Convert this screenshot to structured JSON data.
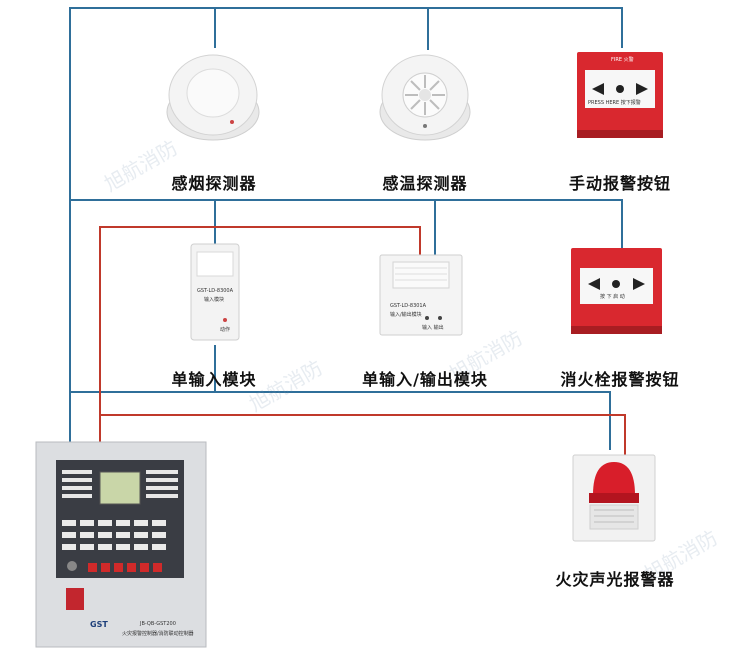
{
  "colors": {
    "blue_wire": "#2f6f9a",
    "red_wire": "#c0392b",
    "device_red": "#d9282f",
    "panel_grey": "#d7d9dc"
  },
  "labels": {
    "smoke_detector": "感烟探测器",
    "heat_detector": "感温探测器",
    "manual_call_point": "手动报警按钮",
    "single_input_module": "单输入模块",
    "input_output_module": "单输入/输出模块",
    "hydrant_button": "消火栓报警按钮",
    "sound_light_alarm": "火灾声光报警器"
  },
  "device_text": {
    "mcp_fire": "FIRE 火警",
    "mcp_press": "PRESS HERE 按下报警",
    "module1_model": "GST-LD-8300A",
    "module1_name": "输入模块",
    "module1_led": "动作",
    "module2_model": "GST-LD-8301A",
    "module2_name": "输入/输出模块",
    "module2_leds": "输入  输出",
    "hydrant_press": "按 下 启 动",
    "panel_brand": "GST",
    "panel_model": "JB-QB-GST200",
    "panel_desc": "火灾报警控制器/消防联动控制器"
  },
  "watermark": "旭航消防"
}
